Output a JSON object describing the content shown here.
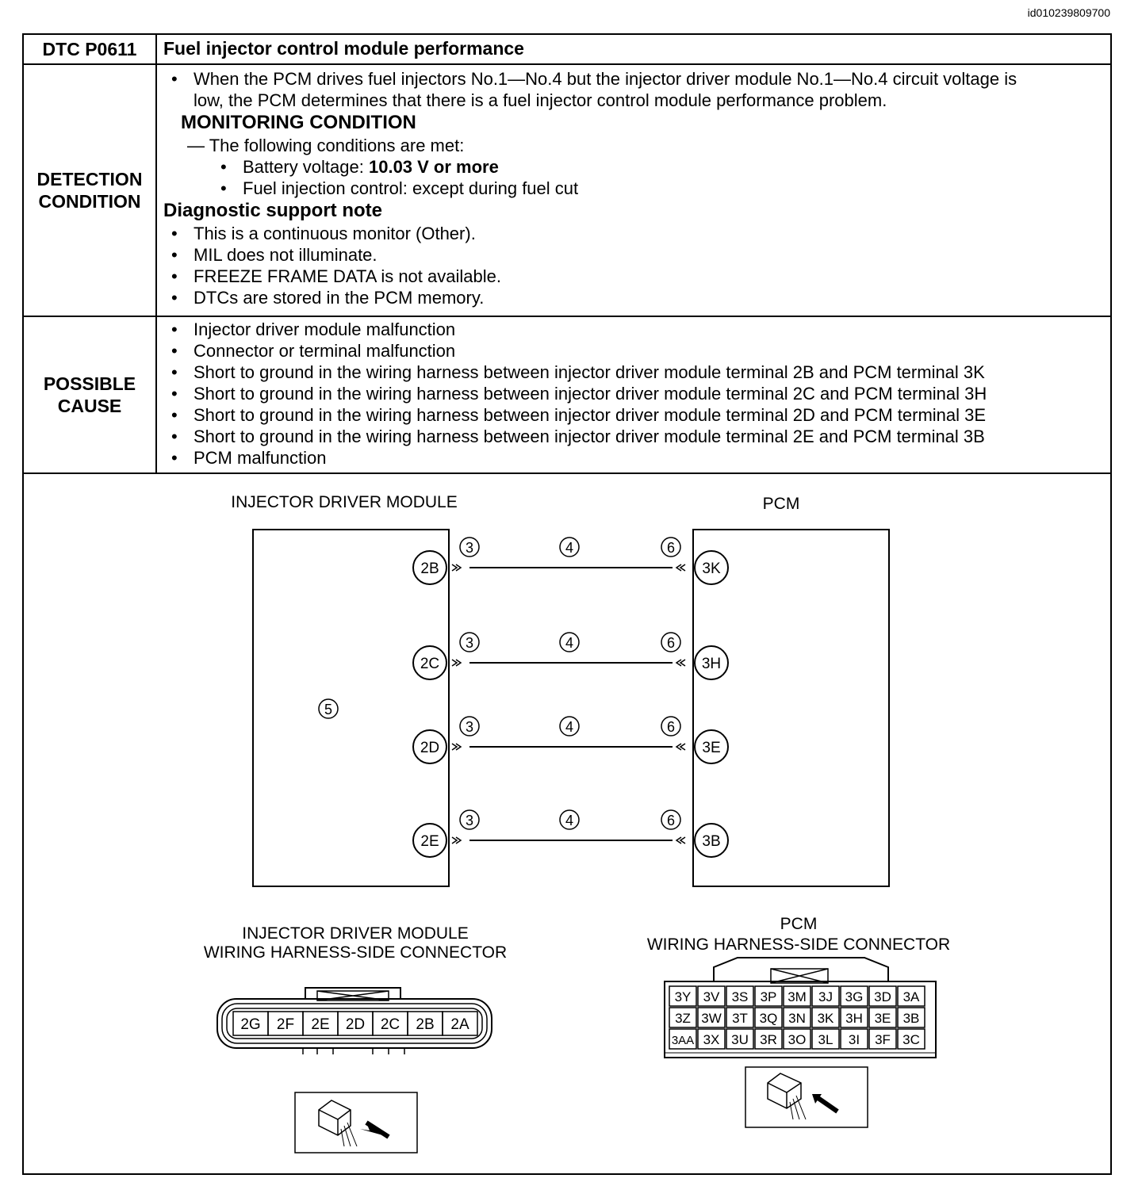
{
  "doc_id": "id010239809700",
  "header": {
    "code": "DTC P0611",
    "title": "Fuel injector control module performance"
  },
  "detection": {
    "label_line1": "DETECTION",
    "label_line2": "CONDITION",
    "desc_line1": "When the PCM drives fuel injectors No.1—No.4 but the injector driver module No.1—No.4 circuit voltage is",
    "desc_line2": "low, the PCM determines that there is a fuel injector control module performance problem.",
    "monitoring_heading": "MONITORING CONDITION",
    "conditions_intro": "— The following conditions are met:",
    "battery_label": "Battery voltage: ",
    "battery_value": "10.03 V or more",
    "injection": "Fuel injection control: except during fuel cut",
    "support_heading": "Diagnostic support note",
    "notes": [
      "This is a continuous monitor (Other).",
      "MIL does not illuminate.",
      "FREEZE FRAME DATA is not available.",
      "DTCs are stored in the PCM memory."
    ]
  },
  "cause": {
    "label_line1": "POSSIBLE",
    "label_line2": "CAUSE",
    "items": [
      "Injector driver module malfunction",
      "Connector or terminal malfunction",
      "Short to ground in the wiring harness between injector driver module terminal 2B and PCM terminal 3K",
      "Short to ground in the wiring harness between injector driver module terminal 2C and PCM terminal 3H",
      "Short to ground in the wiring harness between injector driver module terminal 2D and PCM terminal 3E",
      "Short to ground in the wiring harness between injector driver module terminal 2E and PCM terminal 3B",
      "PCM malfunction"
    ]
  },
  "diagram": {
    "left_module_title": "INJECTOR DRIVER MODULE",
    "right_module_title": "PCM",
    "left_module_callout": "5",
    "wires": [
      {
        "left": "2B",
        "right": "3K",
        "c1": "3",
        "c2": "4",
        "c3": "6"
      },
      {
        "left": "2C",
        "right": "3H",
        "c1": "3",
        "c2": "4",
        "c3": "6"
      },
      {
        "left": "2D",
        "right": "3E",
        "c1": "3",
        "c2": "4",
        "c3": "6"
      },
      {
        "left": "2E",
        "right": "3B",
        "c1": "3",
        "c2": "4",
        "c3": "6"
      }
    ],
    "left_connector_title_line1": "INJECTOR DRIVER MODULE",
    "left_connector_title_line2": "WIRING HARNESS-SIDE CONNECTOR",
    "left_connector_pins": [
      "2G",
      "2F",
      "2E",
      "2D",
      "2C",
      "2B",
      "2A"
    ],
    "right_connector_title_line1": "PCM",
    "right_connector_title_line2": "WIRING HARNESS-SIDE CONNECTOR",
    "right_connector_rows": [
      [
        "3Y",
        "3V",
        "3S",
        "3P",
        "3M",
        "3J",
        "3G",
        "3D",
        "3A"
      ],
      [
        "3Z",
        "3W",
        "3T",
        "3Q",
        "3N",
        "3K",
        "3H",
        "3E",
        "3B"
      ],
      [
        "3AA",
        "3X",
        "3U",
        "3R",
        "3O",
        "3L",
        "3I",
        "3F",
        "3C"
      ]
    ]
  }
}
